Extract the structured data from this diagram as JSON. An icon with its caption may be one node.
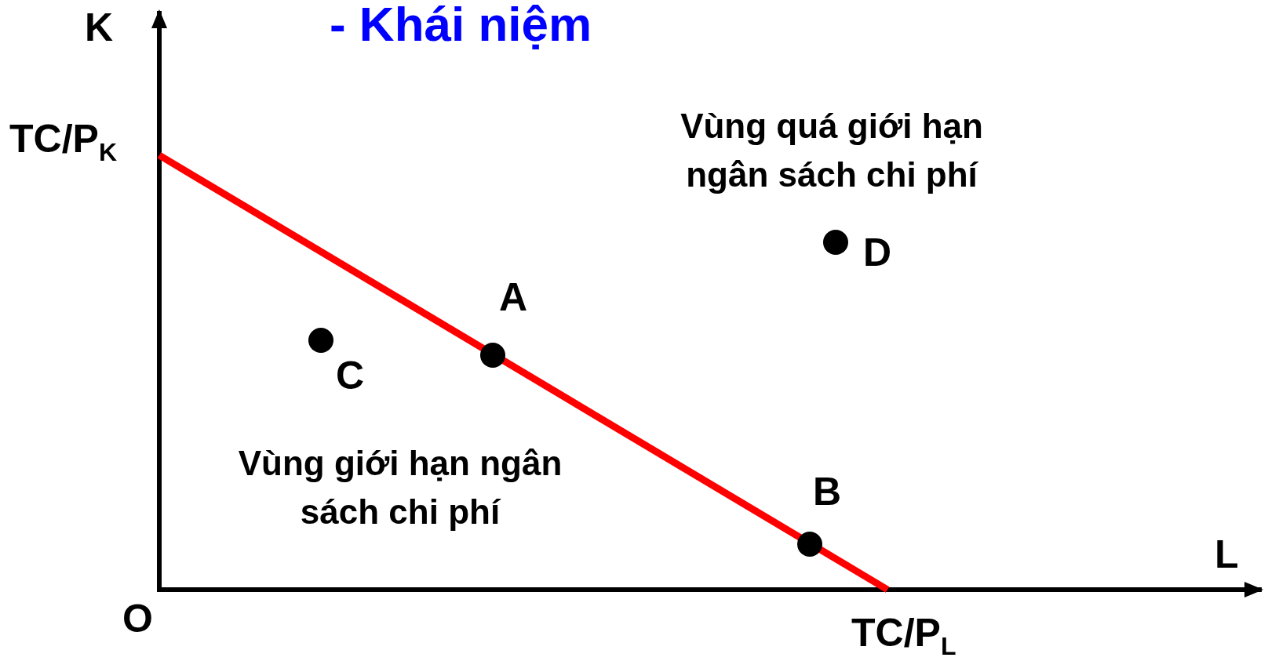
{
  "diagram": {
    "title": "- Khái niệm",
    "labels": [
      "K",
      "TC/P$_{K}$",
      "Vùng quá giới hạn ngân sách chi phí",
      "D",
      "A",
      "C",
      "Vùng giới hạn ngân sách chi phí",
      "B",
      "L",
      "O",
      "TC/P$_{L}$"
    ]
  }
}
